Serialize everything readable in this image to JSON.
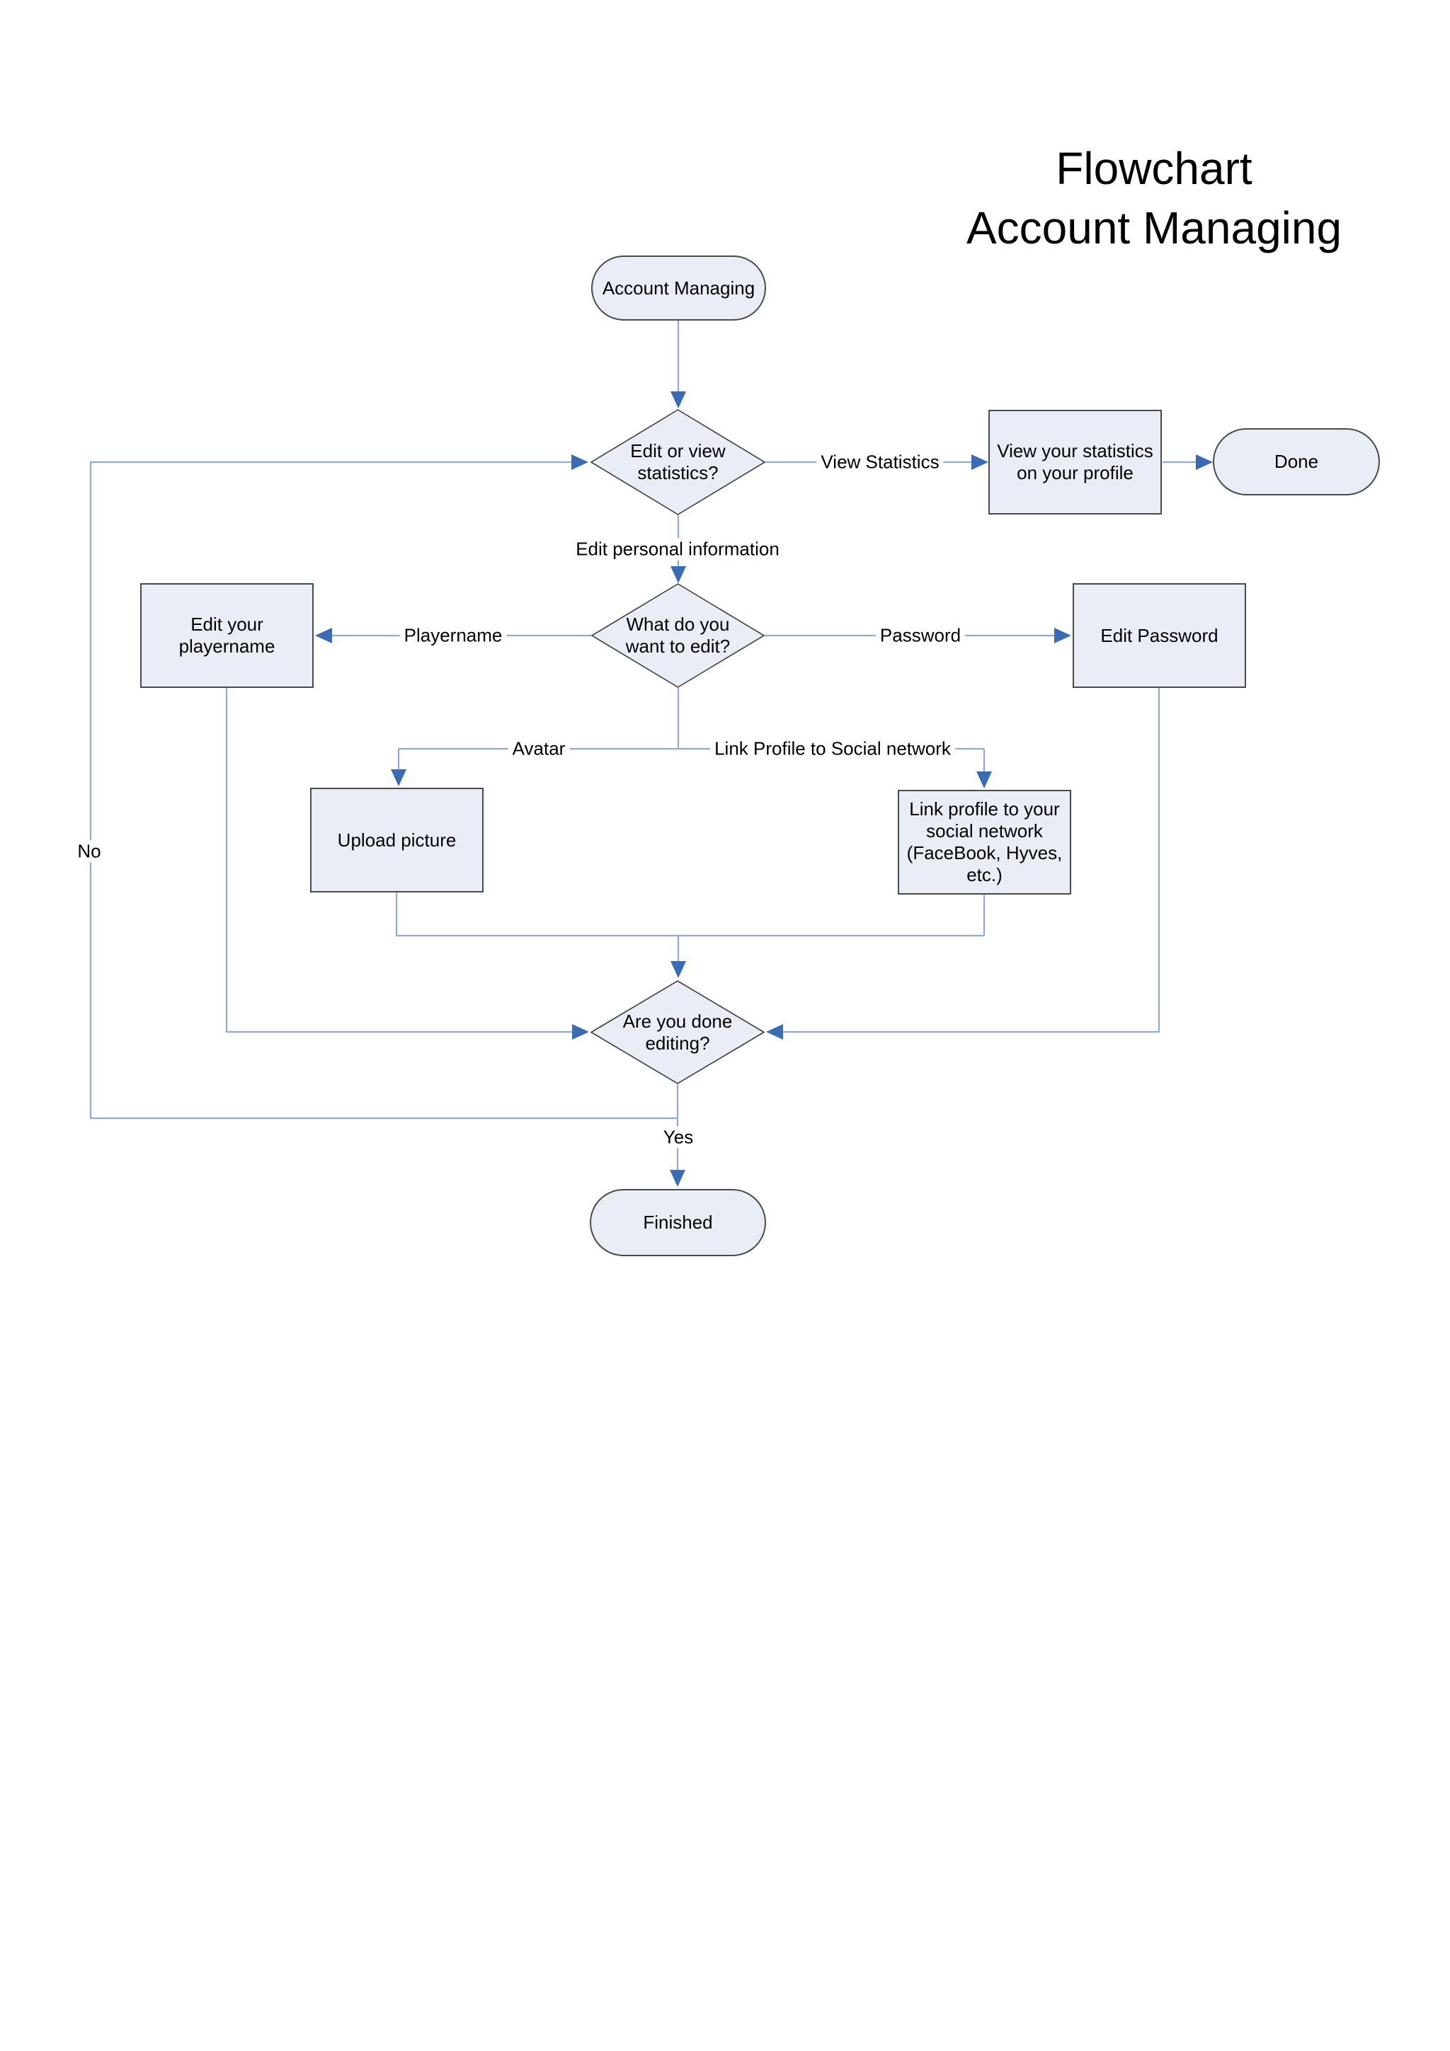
{
  "title": {
    "line1": "Flowchart",
    "line2": "Account Managing"
  },
  "nodes": {
    "start": {
      "type": "terminator",
      "label": "Account Managing"
    },
    "edit_or_view": {
      "type": "decision",
      "label": "Edit or view statistics?"
    },
    "view_stats": {
      "type": "process",
      "label": "View your statistics on your profile"
    },
    "done": {
      "type": "terminator",
      "label": "Done"
    },
    "edit_playername": {
      "type": "process",
      "label": "Edit your playername"
    },
    "what_edit": {
      "type": "decision",
      "label": "What do you want to edit?"
    },
    "edit_password": {
      "type": "process",
      "label": "Edit Password"
    },
    "upload_picture": {
      "type": "process",
      "label": "Upload picture"
    },
    "link_profile": {
      "type": "process",
      "label": "Link profile to your social network (FaceBook, Hyves, etc.)"
    },
    "done_editing": {
      "type": "decision",
      "label": "Are you done editing?"
    },
    "finished": {
      "type": "terminator",
      "label": "Finished"
    }
  },
  "edge_labels": {
    "view_statistics": "View Statistics",
    "edit_personal_information": "Edit personal information",
    "playername": "Playername",
    "password": "Password",
    "avatar": "Avatar",
    "link_profile_social": "Link Profile to Social network",
    "yes": "Yes",
    "no": "No"
  },
  "colors": {
    "node_fill": "#e9edf6",
    "node_border": "#4a4a4a",
    "diamond_border": "#3d3d3d",
    "connector": "#8faadc",
    "arrowhead": "#3a6cb5",
    "text": "#000000",
    "bg": "#ffffff"
  }
}
